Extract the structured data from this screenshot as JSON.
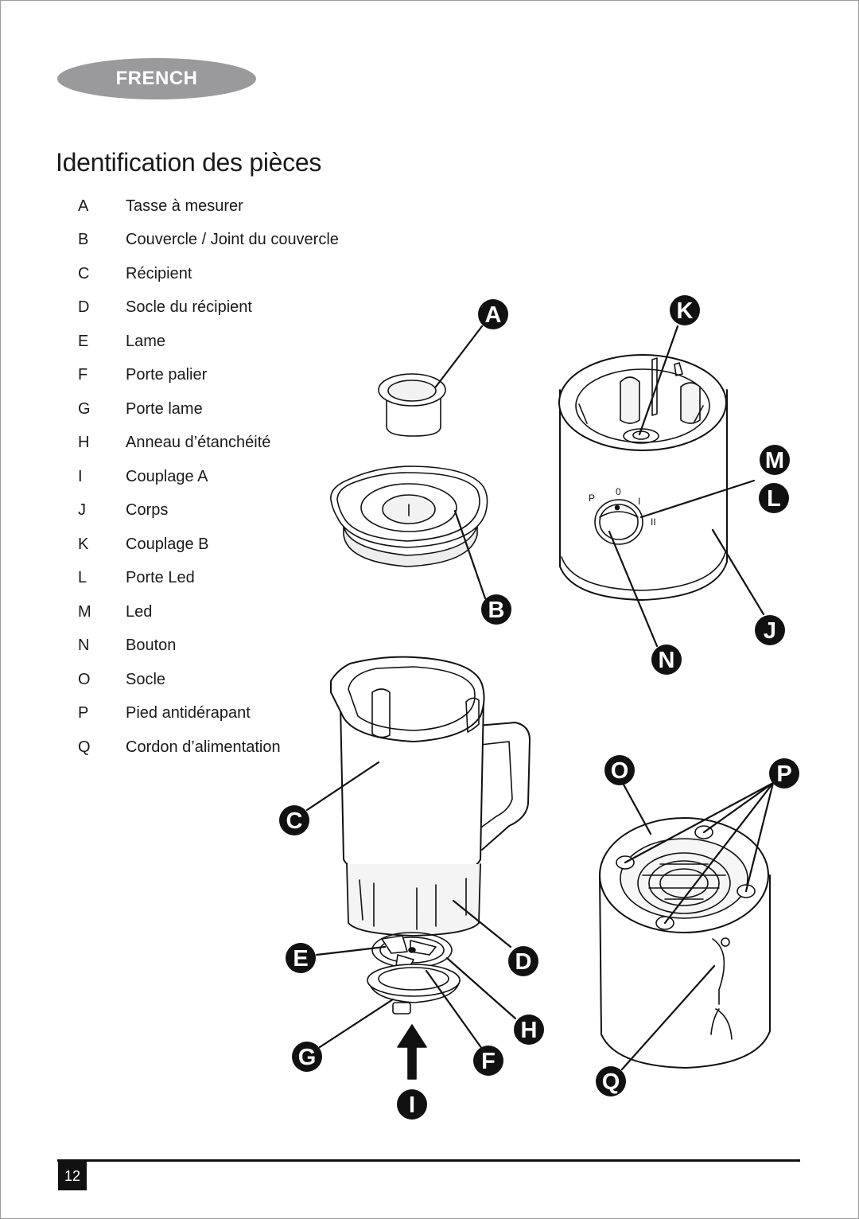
{
  "header": {
    "language_tab": "FRENCH"
  },
  "title": "Identification des pièces",
  "parts": [
    {
      "letter": "A",
      "name": "Tasse à mesurer"
    },
    {
      "letter": "B",
      "name": "Couvercle / Joint du couvercle"
    },
    {
      "letter": "C",
      "name": "Récipient"
    },
    {
      "letter": "D",
      "name": "Socle du récipient"
    },
    {
      "letter": "E",
      "name": "Lame"
    },
    {
      "letter": "F",
      "name": "Porte palier"
    },
    {
      "letter": "G",
      "name": "Porte lame"
    },
    {
      "letter": "H",
      "name": "Anneau d’étanchéité"
    },
    {
      "letter": "I",
      "name": "Couplage A"
    },
    {
      "letter": "J",
      "name": "Corps"
    },
    {
      "letter": "K",
      "name": "Couplage B"
    },
    {
      "letter": "L",
      "name": "Porte Led"
    },
    {
      "letter": "M",
      "name": "Led"
    },
    {
      "letter": "N",
      "name": "Bouton"
    },
    {
      "letter": "O",
      "name": "Socle"
    },
    {
      "letter": "P",
      "name": "Pied antidérapant"
    },
    {
      "letter": "Q",
      "name": "Cordon d’alimentation"
    }
  ],
  "diagram": {
    "callouts": [
      "A",
      "B",
      "C",
      "D",
      "E",
      "F",
      "G",
      "H",
      "I",
      "J",
      "K",
      "L",
      "M",
      "N",
      "O",
      "P",
      "Q"
    ],
    "switch_marks": {
      "p": "P",
      "zero": "0",
      "one": "I",
      "two": "II"
    }
  },
  "footer": {
    "page_number": "12"
  },
  "colors": {
    "pill": "#9a9a9c",
    "ink": "#111111",
    "part_fill": "#ffffff",
    "part_shade": "#ececec"
  }
}
